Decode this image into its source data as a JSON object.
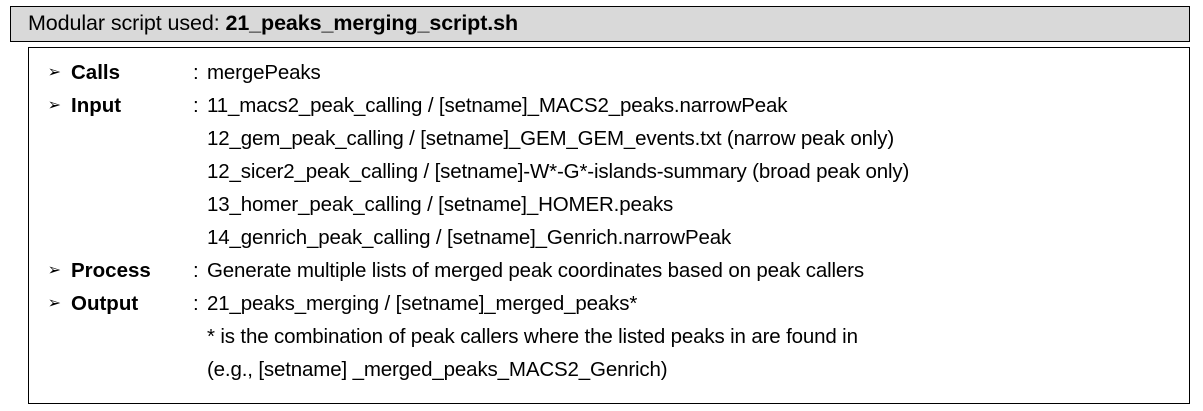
{
  "header": {
    "label": "Modular script used:",
    "script_name": "21_peaks_merging_script.sh"
  },
  "bullet_icon": "➢",
  "colon": ":",
  "rows": [
    {
      "key": "Calls",
      "lines": [
        "mergePeaks"
      ]
    },
    {
      "key": "Input",
      "lines": [
        "11_macs2_peak_calling / [setname]_MACS2_peaks.narrowPeak",
        "12_gem_peak_calling  /  [setname]_GEM_GEM_events.txt  (narrow  peak  only)",
        "12_sicer2_peak_calling  /  [setname]-W*-G*-islands-summary  (broad  peak  only)",
        "13_homer_peak_calling / [setname]_HOMER.peaks",
        "14_genrich_peak_calling / [setname]_Genrich.narrowPeak"
      ]
    },
    {
      "key": "Process",
      "lines": [
        "Generate multiple lists of merged peak coordinates based on peak callers"
      ]
    },
    {
      "key": "Output",
      "lines": [
        "21_peaks_merging / [setname]_merged_peaks*",
        "* is the combination of peak callers where the listed peaks in are found in",
        "(e.g., [setname] _merged_peaks_MACS2_Genrich)"
      ]
    }
  ],
  "colors": {
    "header_background": "#d9d9d9",
    "body_background": "#ffffff",
    "border": "#000000",
    "text": "#000000"
  }
}
